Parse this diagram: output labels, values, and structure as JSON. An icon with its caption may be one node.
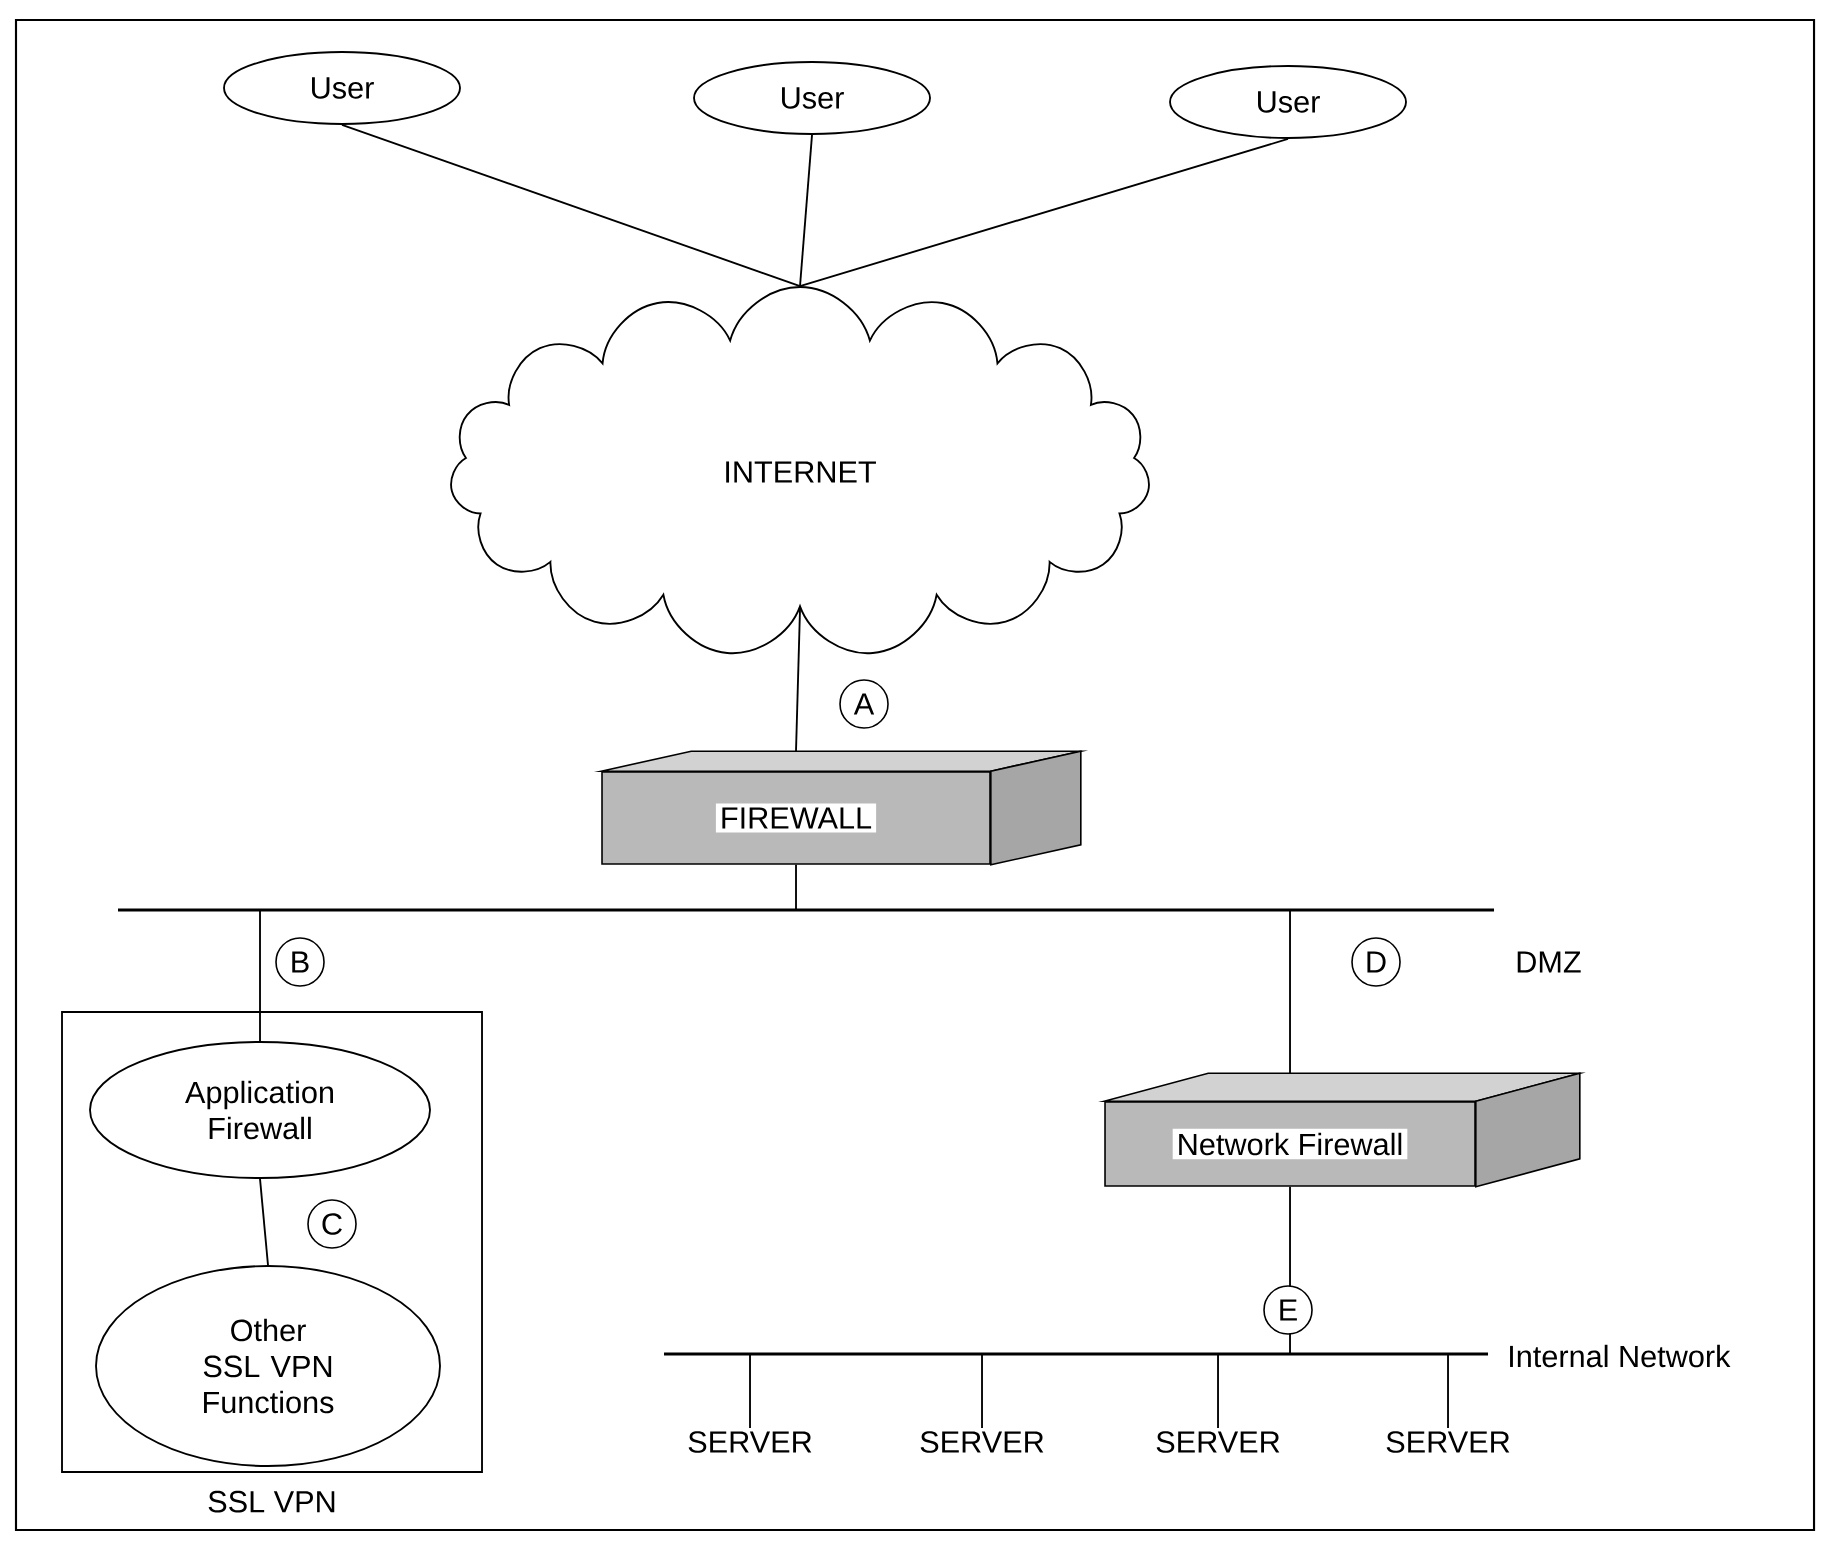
{
  "diagram": {
    "nodes": [
      {
        "text": [
          "User"
        ]
      },
      {
        "text": [
          "User"
        ]
      },
      {
        "text": [
          "User"
        ]
      },
      {
        "text": [
          "INTERNET"
        ]
      },
      {
        "text": [
          "FIREWALL"
        ]
      },
      {
        "text": [],
        "shape": "bar",
        "beside": [
          "DMZ"
        ]
      },
      {
        "text": [
          "SSL VPN"
        ]
      },
      {
        "text": [
          "Application Firewall"
        ],
        "in": 6
      },
      {
        "text": [
          "Other SSL VPN Functions"
        ],
        "in": 6
      },
      {
        "text": [
          "Network Firewall"
        ]
      },
      {
        "text": [],
        "shape": "bar",
        "beside": [
          "Internal Network"
        ]
      },
      {
        "text": [
          "SERVER"
        ]
      },
      {
        "text": [
          "SERVER"
        ]
      },
      {
        "text": [
          "SERVER"
        ]
      },
      {
        "text": [
          "SERVER"
        ]
      }
    ],
    "edges": [
      {
        "from": 0,
        "to": 3,
        "arrow": "none"
      },
      {
        "from": 1,
        "to": 3,
        "arrow": "none"
      },
      {
        "from": 2,
        "to": 3,
        "arrow": "none"
      },
      {
        "from": 3,
        "to": 4,
        "arrow": "none",
        "label": "A"
      },
      {
        "from": 4,
        "to": 5,
        "arrow": "none"
      },
      {
        "from": 5,
        "to": 7,
        "arrow": "none",
        "label": "B"
      },
      {
        "from": 7,
        "to": 8,
        "arrow": "none",
        "label": "C"
      },
      {
        "from": 5,
        "to": 9,
        "arrow": "none",
        "label": "D"
      },
      {
        "from": 9,
        "to": 10,
        "arrow": "none",
        "label": "E"
      },
      {
        "from": 10,
        "to": 11,
        "arrow": "none"
      },
      {
        "from": 10,
        "to": 12,
        "arrow": "none"
      },
      {
        "from": 10,
        "to": 13,
        "arrow": "none"
      },
      {
        "from": 10,
        "to": 14,
        "arrow": "none"
      }
    ]
  }
}
